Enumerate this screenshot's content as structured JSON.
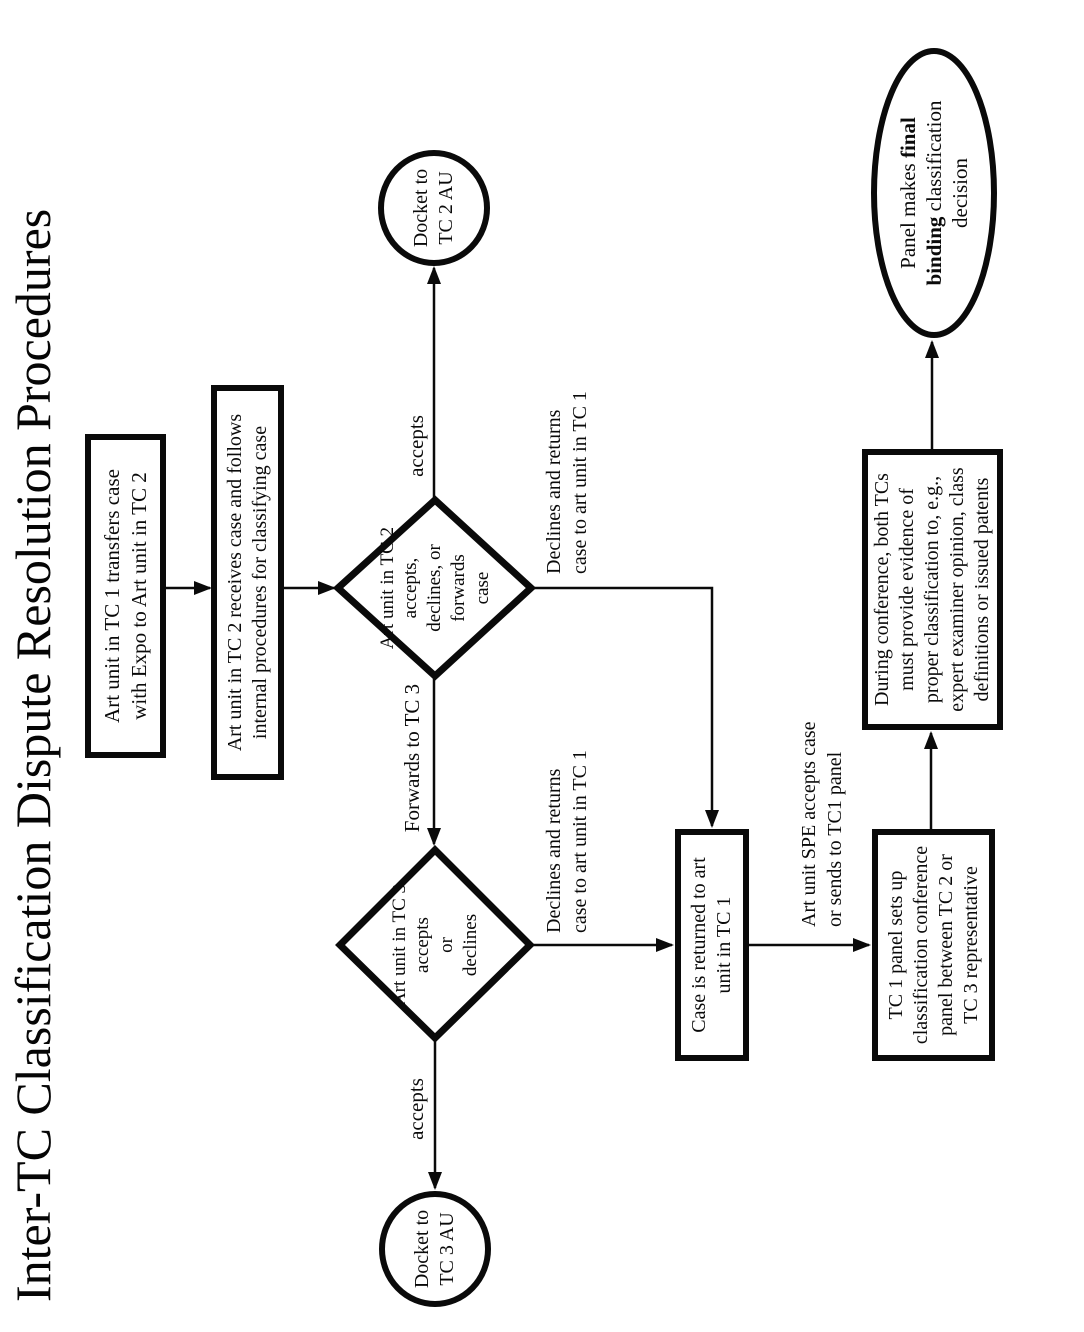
{
  "title": "Inter-TC Classification Dispute Resolution Procedures",
  "colors": {
    "ink": "#0a0a0a",
    "paper": "#ffffff"
  },
  "nodes": {
    "box_transfer": {
      "text": "Art unit in TC 1 transfers case\nwith Expo to Art unit in TC 2"
    },
    "box_receive": {
      "text": "Art unit in TC 2 receives case and follows\ninternal procedures for classifying case"
    },
    "diamond_tc2": {
      "text": "Art unit in TC 2\naccepts,\ndeclines, or\nforwards\ncase"
    },
    "docket_tc2": {
      "text": "Docket to\nTC 2 AU"
    },
    "diamond_tc3": {
      "text": "Art unit in TC 3\naccepts\nor\ndeclines"
    },
    "docket_tc3": {
      "text": "Docket to\nTC 3 AU"
    },
    "box_returned": {
      "text": "Case is returned to art\nunit in TC 1"
    },
    "box_panel": {
      "text": "TC 1 panel sets up\nclassification conference\npanel between TC 2 or\nTC 3 representative"
    },
    "box_conference": {
      "text": "During conference, both TCs\nmust provide evidence of\nproper classification to, e.g.,\nexpert examiner opinion, class\ndefinitions or issued patents"
    },
    "ellipse_final": {
      "line1_pre": "Panel makes ",
      "line1_bold": "final",
      "line2_bold": "binding",
      "line2_post": " classification",
      "line3": "decision"
    }
  },
  "labels": {
    "accepts_tc2": "accepts",
    "forwards_tc3": "Forwards to TC 3",
    "declines_tc2": "Declines and returns\ncase to art unit in TC 1",
    "declines_tc3": "Declines and returns\ncase to art unit in TC 1",
    "accepts_tc3": "accepts",
    "spe_accepts": "Art unit SPE accepts case\nor sends to TC1 panel"
  }
}
